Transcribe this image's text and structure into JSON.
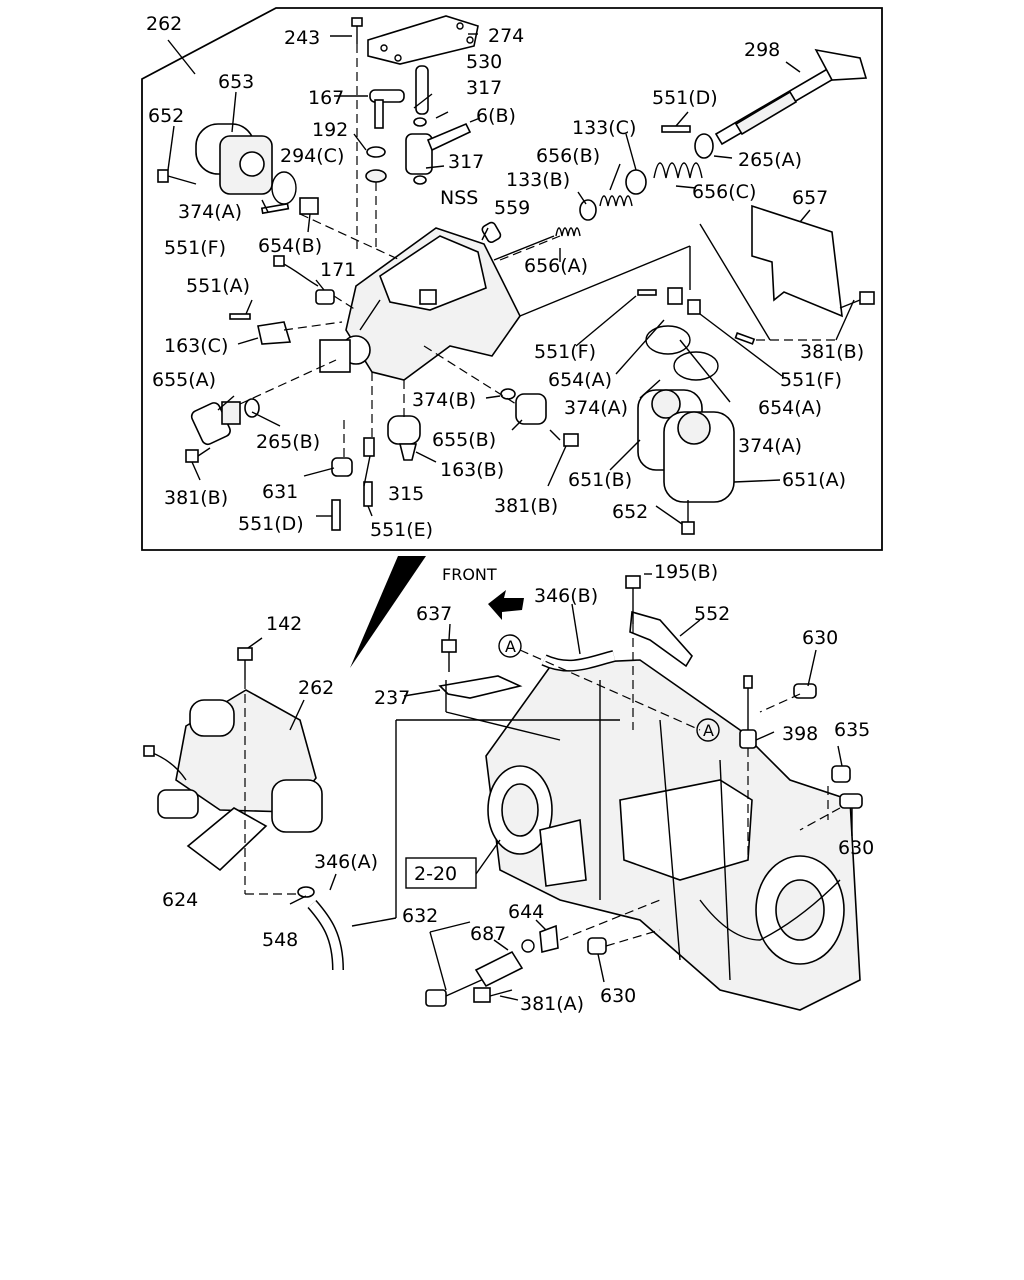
{
  "labels": {
    "l262a": "262",
    "l243": "243",
    "l274": "274",
    "l530": "530",
    "l317a": "317",
    "l167": "167",
    "l6b": "6(B)",
    "l298": "298",
    "l653": "653",
    "l652a": "652",
    "l192": "192",
    "l551d_top": "551(D)",
    "l133c": "133(C)",
    "l294c": "294(C)",
    "l317b": "317",
    "l656b": "656(B)",
    "l265a": "265(A)",
    "l133b": "133(B)",
    "l656c": "656(C)",
    "l374a_1": "374(A)",
    "lnss": "NSS",
    "l559": "559",
    "l657": "657",
    "l551f_1": "551(F)",
    "l654b": "654(B)",
    "l656a": "656(A)",
    "l171": "171",
    "l551a": "551(A)",
    "l163c": "163(C)",
    "l551f_2": "551(F)",
    "l381b_1": "381(B)",
    "l654a_1": "654(A)",
    "l551f_3": "551(F)",
    "l655a": "655(A)",
    "l374b": "374(B)",
    "l374a_2": "374(A)",
    "l654a_2": "654(A)",
    "l265b": "265(B)",
    "l655b": "655(B)",
    "l374a_3": "374(A)",
    "l163b": "163(B)",
    "l381b_2": "381(B)",
    "l631": "631",
    "l315": "315",
    "l651b": "651(B)",
    "l651a": "651(A)",
    "l381b_3": "381(B)",
    "l551d_bot": "551(D)",
    "l551e": "551(E)",
    "l652b": "652",
    "lfront": "FRONT",
    "l346b": "346(B)",
    "l195b": "195(B)",
    "l552": "552",
    "l637": "637",
    "l142": "142",
    "l630a": "630",
    "l262b": "262",
    "l237": "237",
    "l398": "398",
    "l635": "635",
    "l630b": "630",
    "l346a": "346(A)",
    "l220": "2-20",
    "l624": "624",
    "l632": "632",
    "l644": "644",
    "l687": "687",
    "l548": "548",
    "l381a": "381(A)",
    "l630c": "630",
    "lA1": "A",
    "lA2": "A"
  }
}
